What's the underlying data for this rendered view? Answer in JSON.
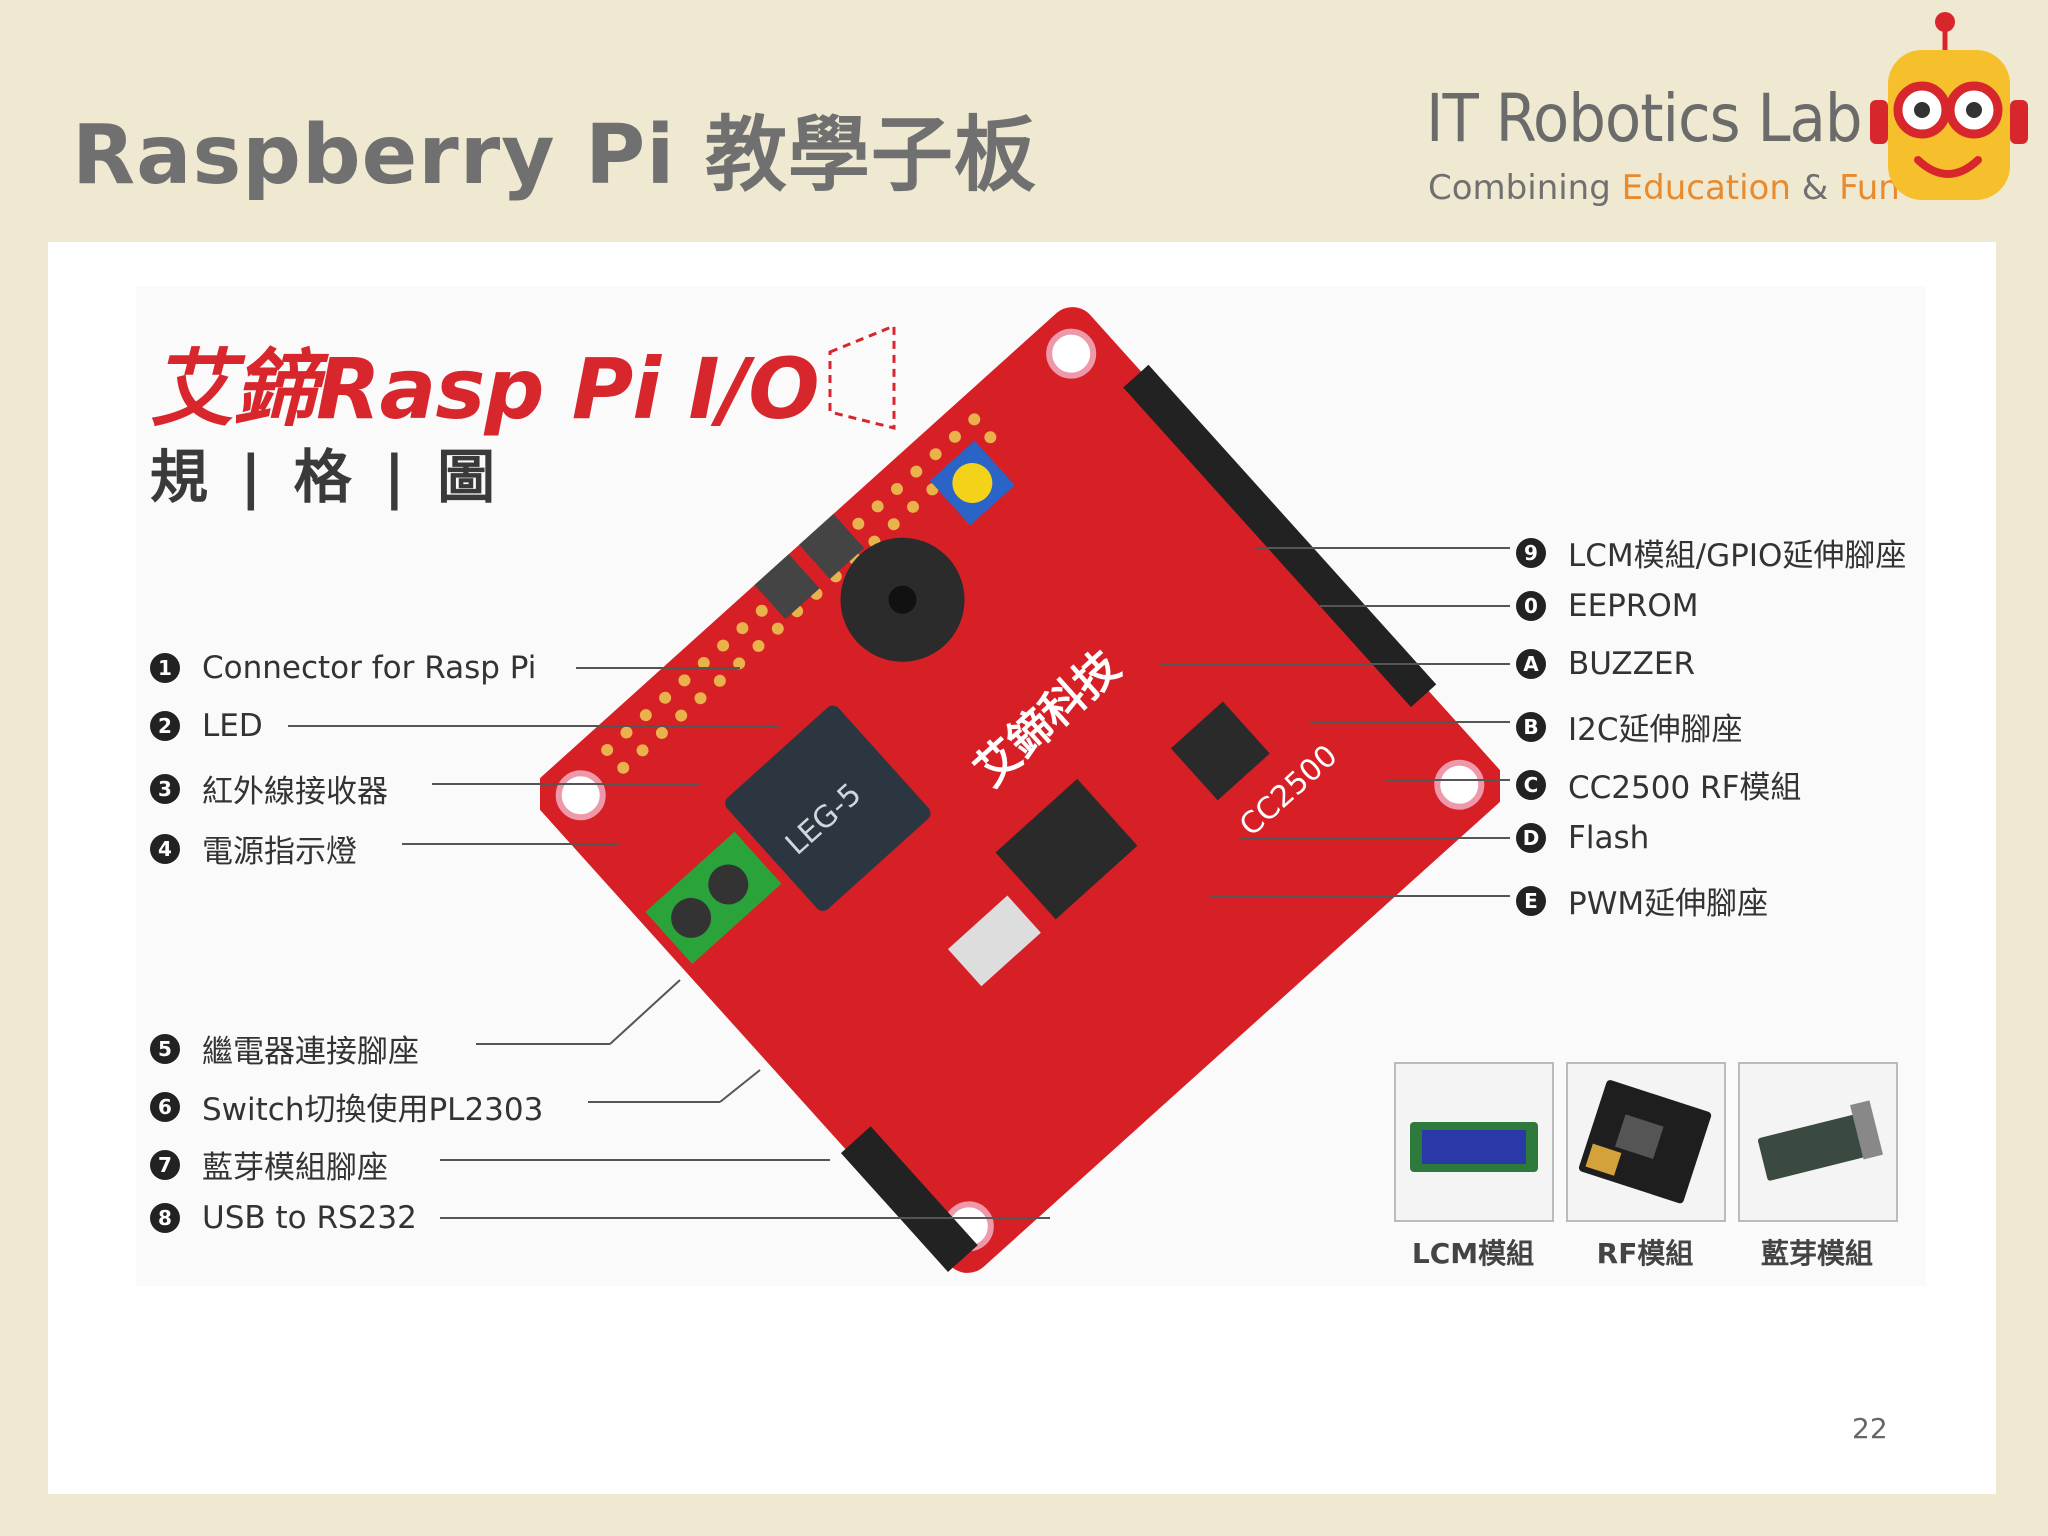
{
  "slide": {
    "title": "Raspberry Pi 教學子板",
    "page_number": "22"
  },
  "logo": {
    "main": "IT Robotics Lab",
    "sub_1": "Combining",
    "sub_2": "Education",
    "sub_3": "&",
    "sub_4": "Fun"
  },
  "figure": {
    "title": "艾鍗Rasp Pi  I/O",
    "subtitle": "規 | 格 | 圖",
    "board_silkscreen": "艾鍗科技",
    "relay_text": "LEG-5",
    "cc2500_text": "CC2500"
  },
  "left_labels": [
    {
      "num": "1",
      "text": "Connector for Rasp Pi"
    },
    {
      "num": "2",
      "text": "LED"
    },
    {
      "num": "3",
      "text": "紅外線接收器"
    },
    {
      "num": "4",
      "text": "電源指示燈"
    },
    {
      "num": "5",
      "text": "繼電器連接腳座"
    },
    {
      "num": "6",
      "text": "Switch切換使用PL2303"
    },
    {
      "num": "7",
      "text": "藍芽模組腳座"
    },
    {
      "num": "8",
      "text": "USB to RS232"
    }
  ],
  "right_labels": [
    {
      "num": "9",
      "text": "LCM模組/GPIO延伸腳座"
    },
    {
      "num": "0",
      "text": "EEPROM"
    },
    {
      "num": "A",
      "text": "BUZZER"
    },
    {
      "num": "B",
      "text": "I2C延伸腳座"
    },
    {
      "num": "C",
      "text": "CC2500 RF模組"
    },
    {
      "num": "D",
      "text": "Flash"
    },
    {
      "num": "E",
      "text": "PWM延伸腳座"
    }
  ],
  "modules": [
    {
      "caption": "LCM模組"
    },
    {
      "caption": "RF模組"
    },
    {
      "caption": "藍芽模組"
    }
  ],
  "colors": {
    "background": "#efe9d2",
    "board_red": "#d71f26",
    "title_red": "#d8262d",
    "accent_orange": "#e98a2c",
    "robot_yellow": "#f5c02b"
  }
}
